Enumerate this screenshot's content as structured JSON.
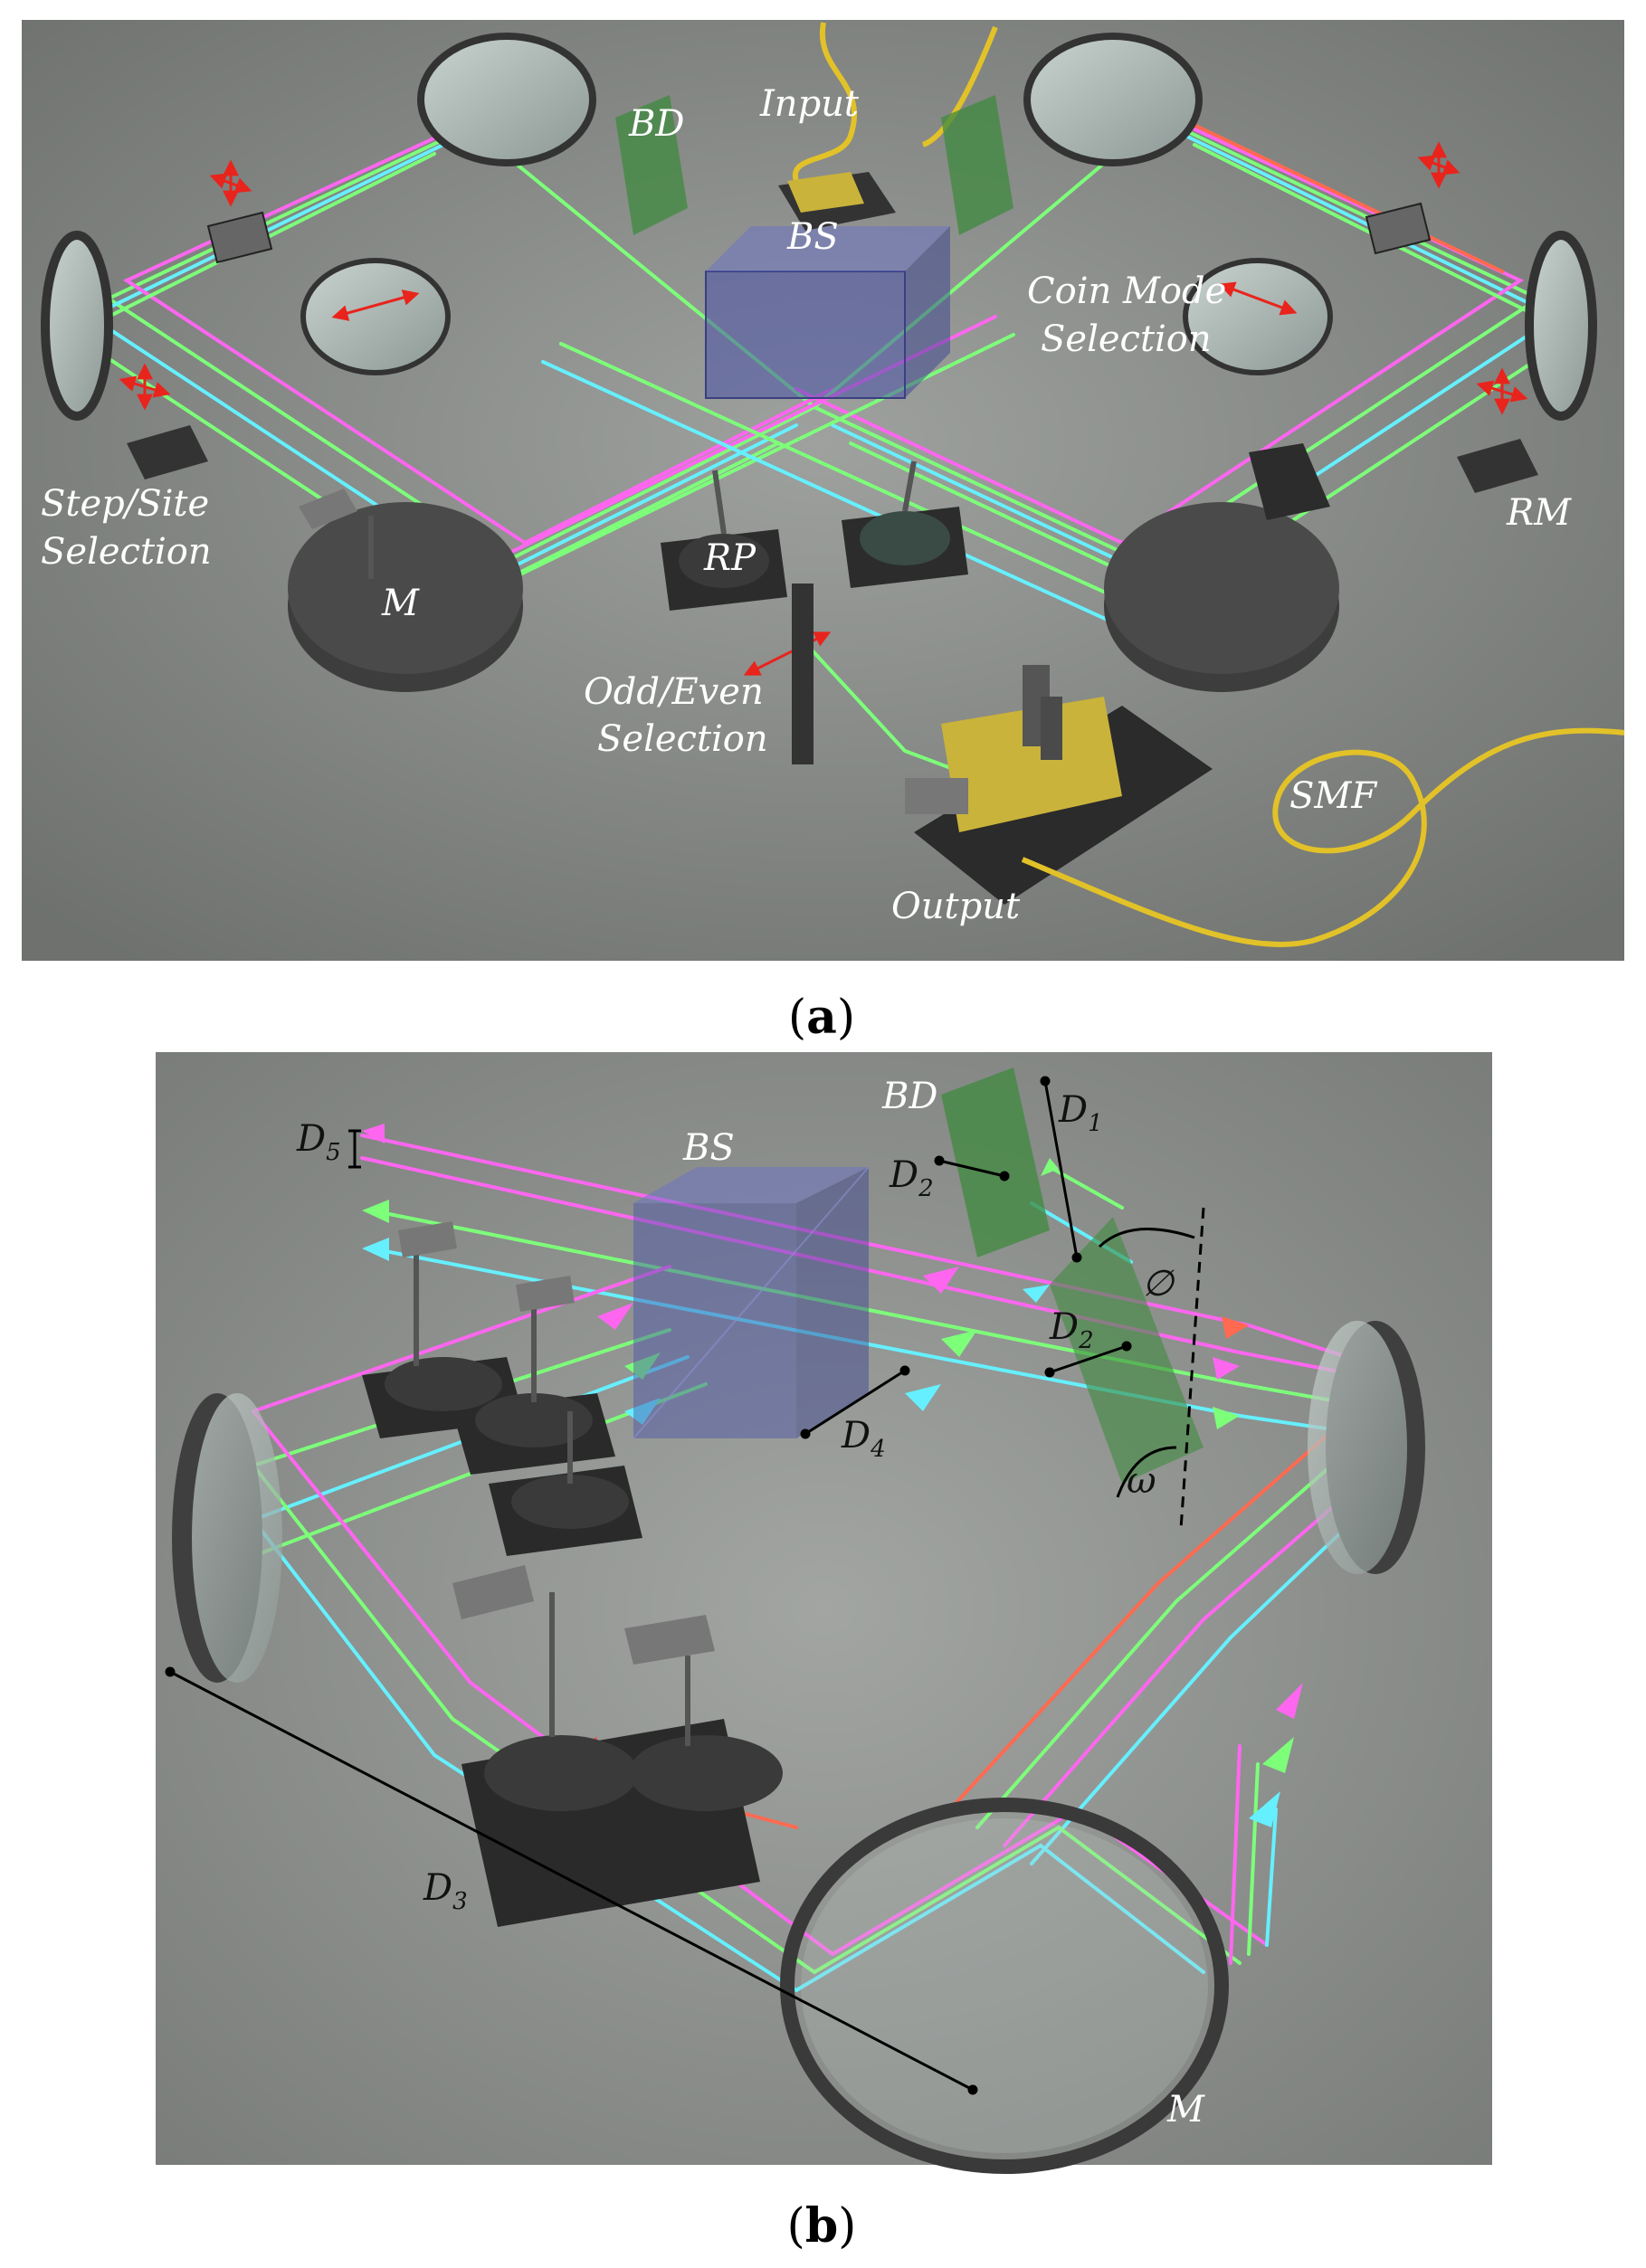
{
  "panel_a": {
    "caption_open": "(",
    "caption_letter": "a",
    "caption_close": ")",
    "labels": {
      "bd": "BD",
      "input": "Input",
      "bs": "BS",
      "coin_mode_1": "Coin Mode",
      "coin_mode_2": "Selection",
      "step_site_1": "Step/Site",
      "step_site_2": "Selection",
      "m": "M",
      "rp": "RP",
      "odd_even_1": "Odd/Even",
      "odd_even_2": "Selection",
      "rm": "RM",
      "smf": "SMF",
      "output": "Output"
    }
  },
  "panel_b": {
    "caption_open": "(",
    "caption_letter": "b",
    "caption_close": ")",
    "labels": {
      "bd": "BD",
      "bs": "BS",
      "d1": "D",
      "d1_sub": "1",
      "d2a": "D",
      "d2a_sub": "2",
      "d2b": "D",
      "d2b_sub": "2",
      "d3": "D",
      "d3_sub": "3",
      "d4": "D",
      "d4_sub": "4",
      "d5": "D",
      "d5_sub": "5",
      "phi": "∅",
      "omega": "ω",
      "m": "M"
    }
  },
  "colors": {
    "background_gray": "#8a8d8a",
    "beam_green": "#7dff7a",
    "beam_cyan": "#66f0ff",
    "beam_magenta": "#ff66f0",
    "beam_red": "#ff6a50",
    "bd_green": "#3f8a3f",
    "bs_blue": "#4a52a8",
    "mount_yellow": "#c9b33a",
    "fiber_yellow": "#e2c228",
    "arrow_red": "#e8241c"
  }
}
